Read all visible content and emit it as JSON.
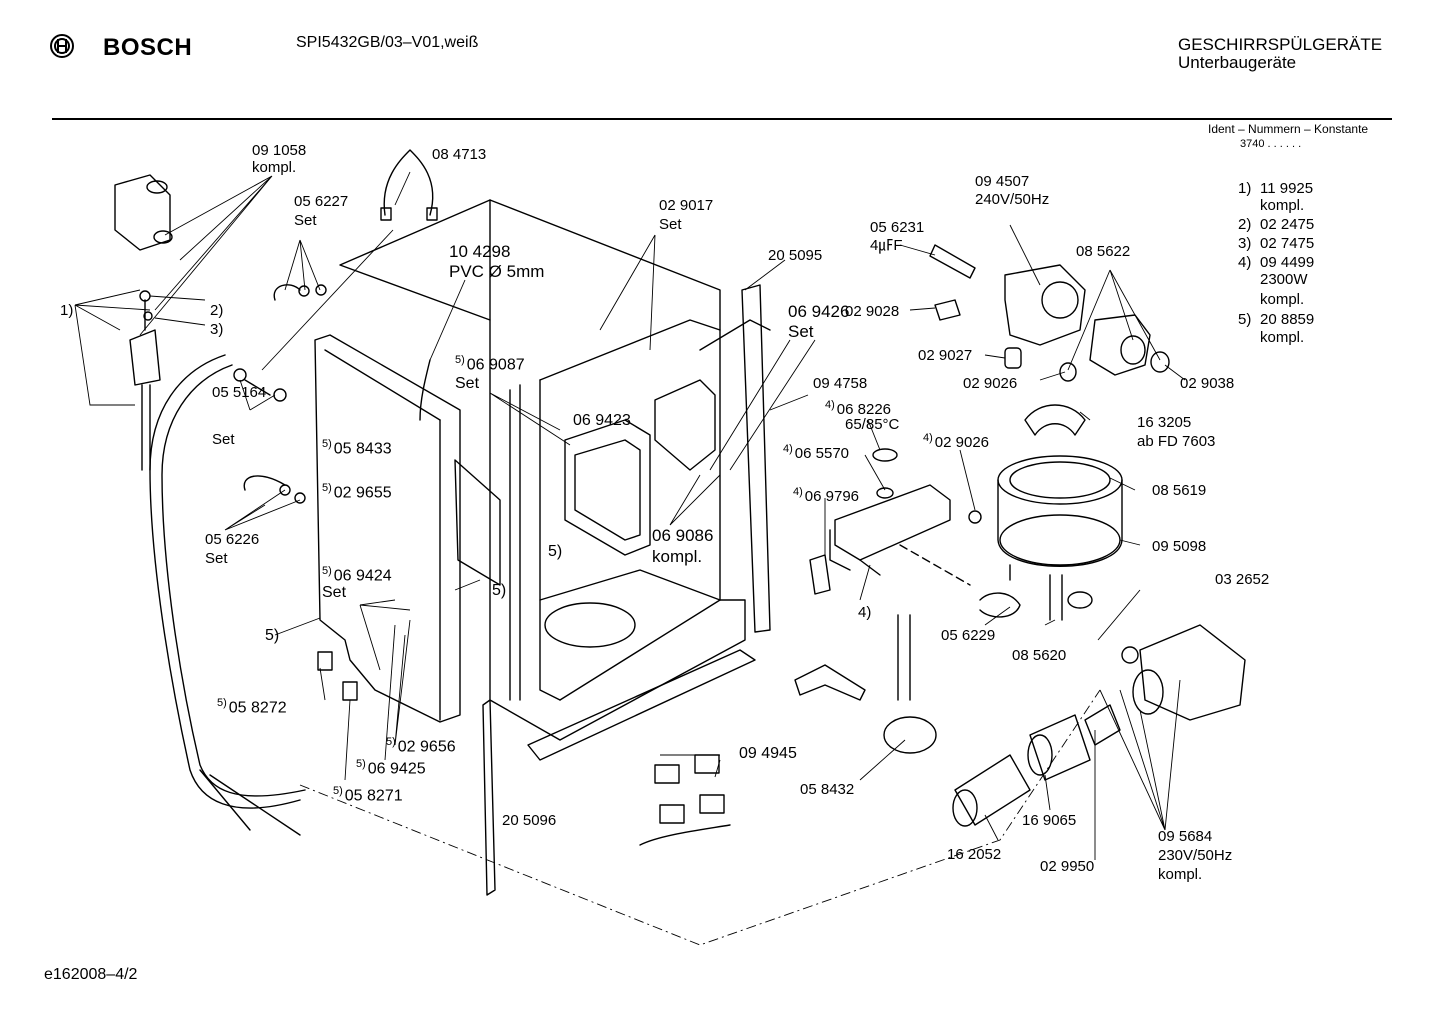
{
  "header": {
    "brand": "BOSCH",
    "model": "SPI5432GB/03–V01,weiß",
    "category_line1": "GESCHIRRSPÜLGERÄTE",
    "category_line2": "Unterbaugeräte",
    "ident_label": "Ident – Nummern – Konstante",
    "ident_value": "3740 . . . . . ."
  },
  "legend": [
    {
      "key": "1)",
      "lines": [
        "11 9925",
        "kompl."
      ]
    },
    {
      "key": "2)",
      "lines": [
        "02 2475"
      ]
    },
    {
      "key": "3)",
      "lines": [
        "02 7475"
      ]
    },
    {
      "key": "4)",
      "lines": [
        "09 4499",
        "2300W",
        "kompl."
      ]
    },
    {
      "key": "5)",
      "lines": [
        "20 8859",
        "kompl."
      ]
    }
  ],
  "parts": {
    "p091058": "09 1058",
    "p091058b": "kompl.",
    "p084713": "08 4713",
    "p056227": "05 6227",
    "p056227b": "Set",
    "p104298": "10 4298",
    "p104298b": "PVC Ø 5mm",
    "p029017": "02 9017",
    "p029017b": "Set",
    "p205095": "20 5095",
    "p056231": "05 6231",
    "p056231b": "4㎌F",
    "p094507": "09 4507",
    "p094507b": "240V/50Hz",
    "p085622": "08 5622",
    "k1": "1)",
    "k2": "2)",
    "k3": "3)",
    "p069426": "06 9426",
    "p069426b": "Set",
    "p029028": "02 9028",
    "p029027": "02 9027",
    "p029026a": "02 9026",
    "p029038": "02 9038",
    "p069087": "06 9087",
    "p069087b": "Set",
    "p055164": "05 5164",
    "p055164b": "Set",
    "p094758": "09 4758",
    "p068226": "06 8226",
    "p068226b": "65/85°C",
    "p163205": "16 3205",
    "p163205b": "ab FD 7603",
    "p058433": "05 8433",
    "p069423": "06 9423",
    "p065570": "06 5570",
    "p029026b": "02 9026",
    "p029655": "02 9655",
    "p069796": "06 9796",
    "p085619": "08 5619",
    "p056226": "05 6226",
    "p056226b": "Set",
    "k5a": "5)",
    "p069086": "06 9086",
    "p069086b": "kompl.",
    "p095098": "09 5098",
    "p069424": "06 9424",
    "p069424b": "Set",
    "k5b": "5)",
    "p032652": "03 2652",
    "k4": "4)",
    "k5c": "5)",
    "p056229": "05 6229",
    "p085620": "08 5620",
    "p058272": "05 8272",
    "p094945": "09 4945",
    "p029656": "02 9656",
    "p069425": "06 9425",
    "p058432": "05 8432",
    "p058271": "05 8271",
    "p205096": "20 5096",
    "p169065": "16 9065",
    "p095684": "09 5684",
    "p095684b": "230V/50Hz",
    "p095684c": "kompl.",
    "p162052": "16 2052",
    "p029950": "02 9950"
  },
  "footer": "e162008–4/2"
}
